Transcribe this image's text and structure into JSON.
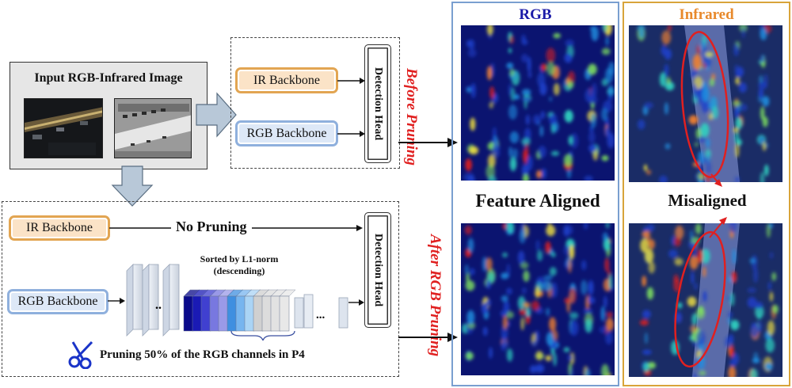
{
  "input": {
    "title": "Input RGB-Infrared Image"
  },
  "top": {
    "ir_backbone": "IR Backbone",
    "rgb_backbone": "RGB Backbone",
    "detection_head": "Detection Head",
    "before_label": "Before Pruning"
  },
  "bottom": {
    "ir_backbone": "IR Backbone",
    "no_pruning": "No Pruning",
    "rgb_backbone": "RGB Backbone",
    "sorted_label_line1": "Sorted by L1-norm",
    "sorted_label_line2": "(descending)",
    "ellipsis_1": "..",
    "ellipsis_2": "...",
    "pruning_note": "Pruning 50% of the RGB channels in P4",
    "detection_head": "Detection Head",
    "after_label": "After RGB Pruning"
  },
  "panels": {
    "rgb_title": "RGB",
    "infrared_title": "Infrared",
    "feature_aligned": "Feature Aligned",
    "misaligned": "Misaligned"
  },
  "colors": {
    "rgb_title": "#1a1aa8",
    "infrared_title": "#e8892b",
    "pruning_red": "#e02020",
    "rgb_frame": "#7a9fd0",
    "ir_frame": "#d8a43a",
    "channel_blues": [
      "#0a0a8a",
      "#1a1ab5",
      "#4040d0",
      "#7878e0",
      "#9a9ae8",
      "#3f8fe0",
      "#77b5ef",
      "#aad4f5",
      "#d0d0d0",
      "#dcdcdc",
      "#e2e2e2",
      "#e8e8e8"
    ]
  }
}
